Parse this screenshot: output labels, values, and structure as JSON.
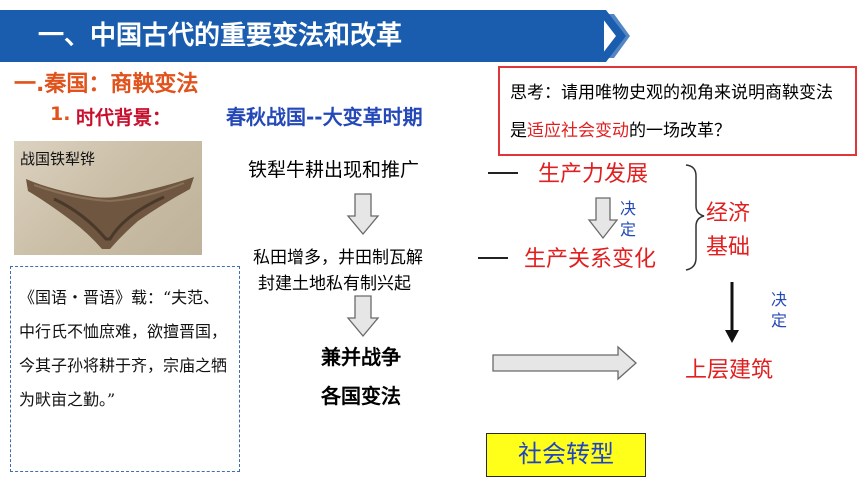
{
  "banner": {
    "title": "一、中国古代的重要变法和改革",
    "color": "#1a5dae"
  },
  "section": {
    "title": "一.秦国：商鞅变法"
  },
  "background": {
    "number": "1.",
    "label": "时代背景：",
    "value": "春秋战国--大变革时期"
  },
  "think": {
    "prefix": "思考：请用唯物史观的视角来说明商鞅变法是",
    "highlight": "适应社会变动",
    "suffix": "的一场改革？"
  },
  "artifact": {
    "label": "战国铁犁铧"
  },
  "quote": {
    "text": "《国语・晋语》载：“夫范、中行氏不恤庶难，欲擅晋国，今其子孙将耕于齐，宗庙之牺为畎亩之勤。”"
  },
  "flow": {
    "iron_plow": "铁犁牛耕出现和推广",
    "private_land_1": "私田增多，井田制瓦解",
    "private_land_2": "封建土地私有制兴起",
    "war_1": "兼并战争",
    "war_2": "各国变法",
    "productivity": "生产力发展",
    "relations": "生产关系变化",
    "economic_base_1": "经济",
    "economic_base_2": "基础",
    "decide_left": "决定",
    "decide_right": "决定",
    "superstructure": "上层建筑",
    "social_transform": "社会转型"
  },
  "colors": {
    "red": "#e02020",
    "blue": "#2448b7",
    "orange": "#e0531d",
    "highlight_box": "#ffff1a"
  }
}
